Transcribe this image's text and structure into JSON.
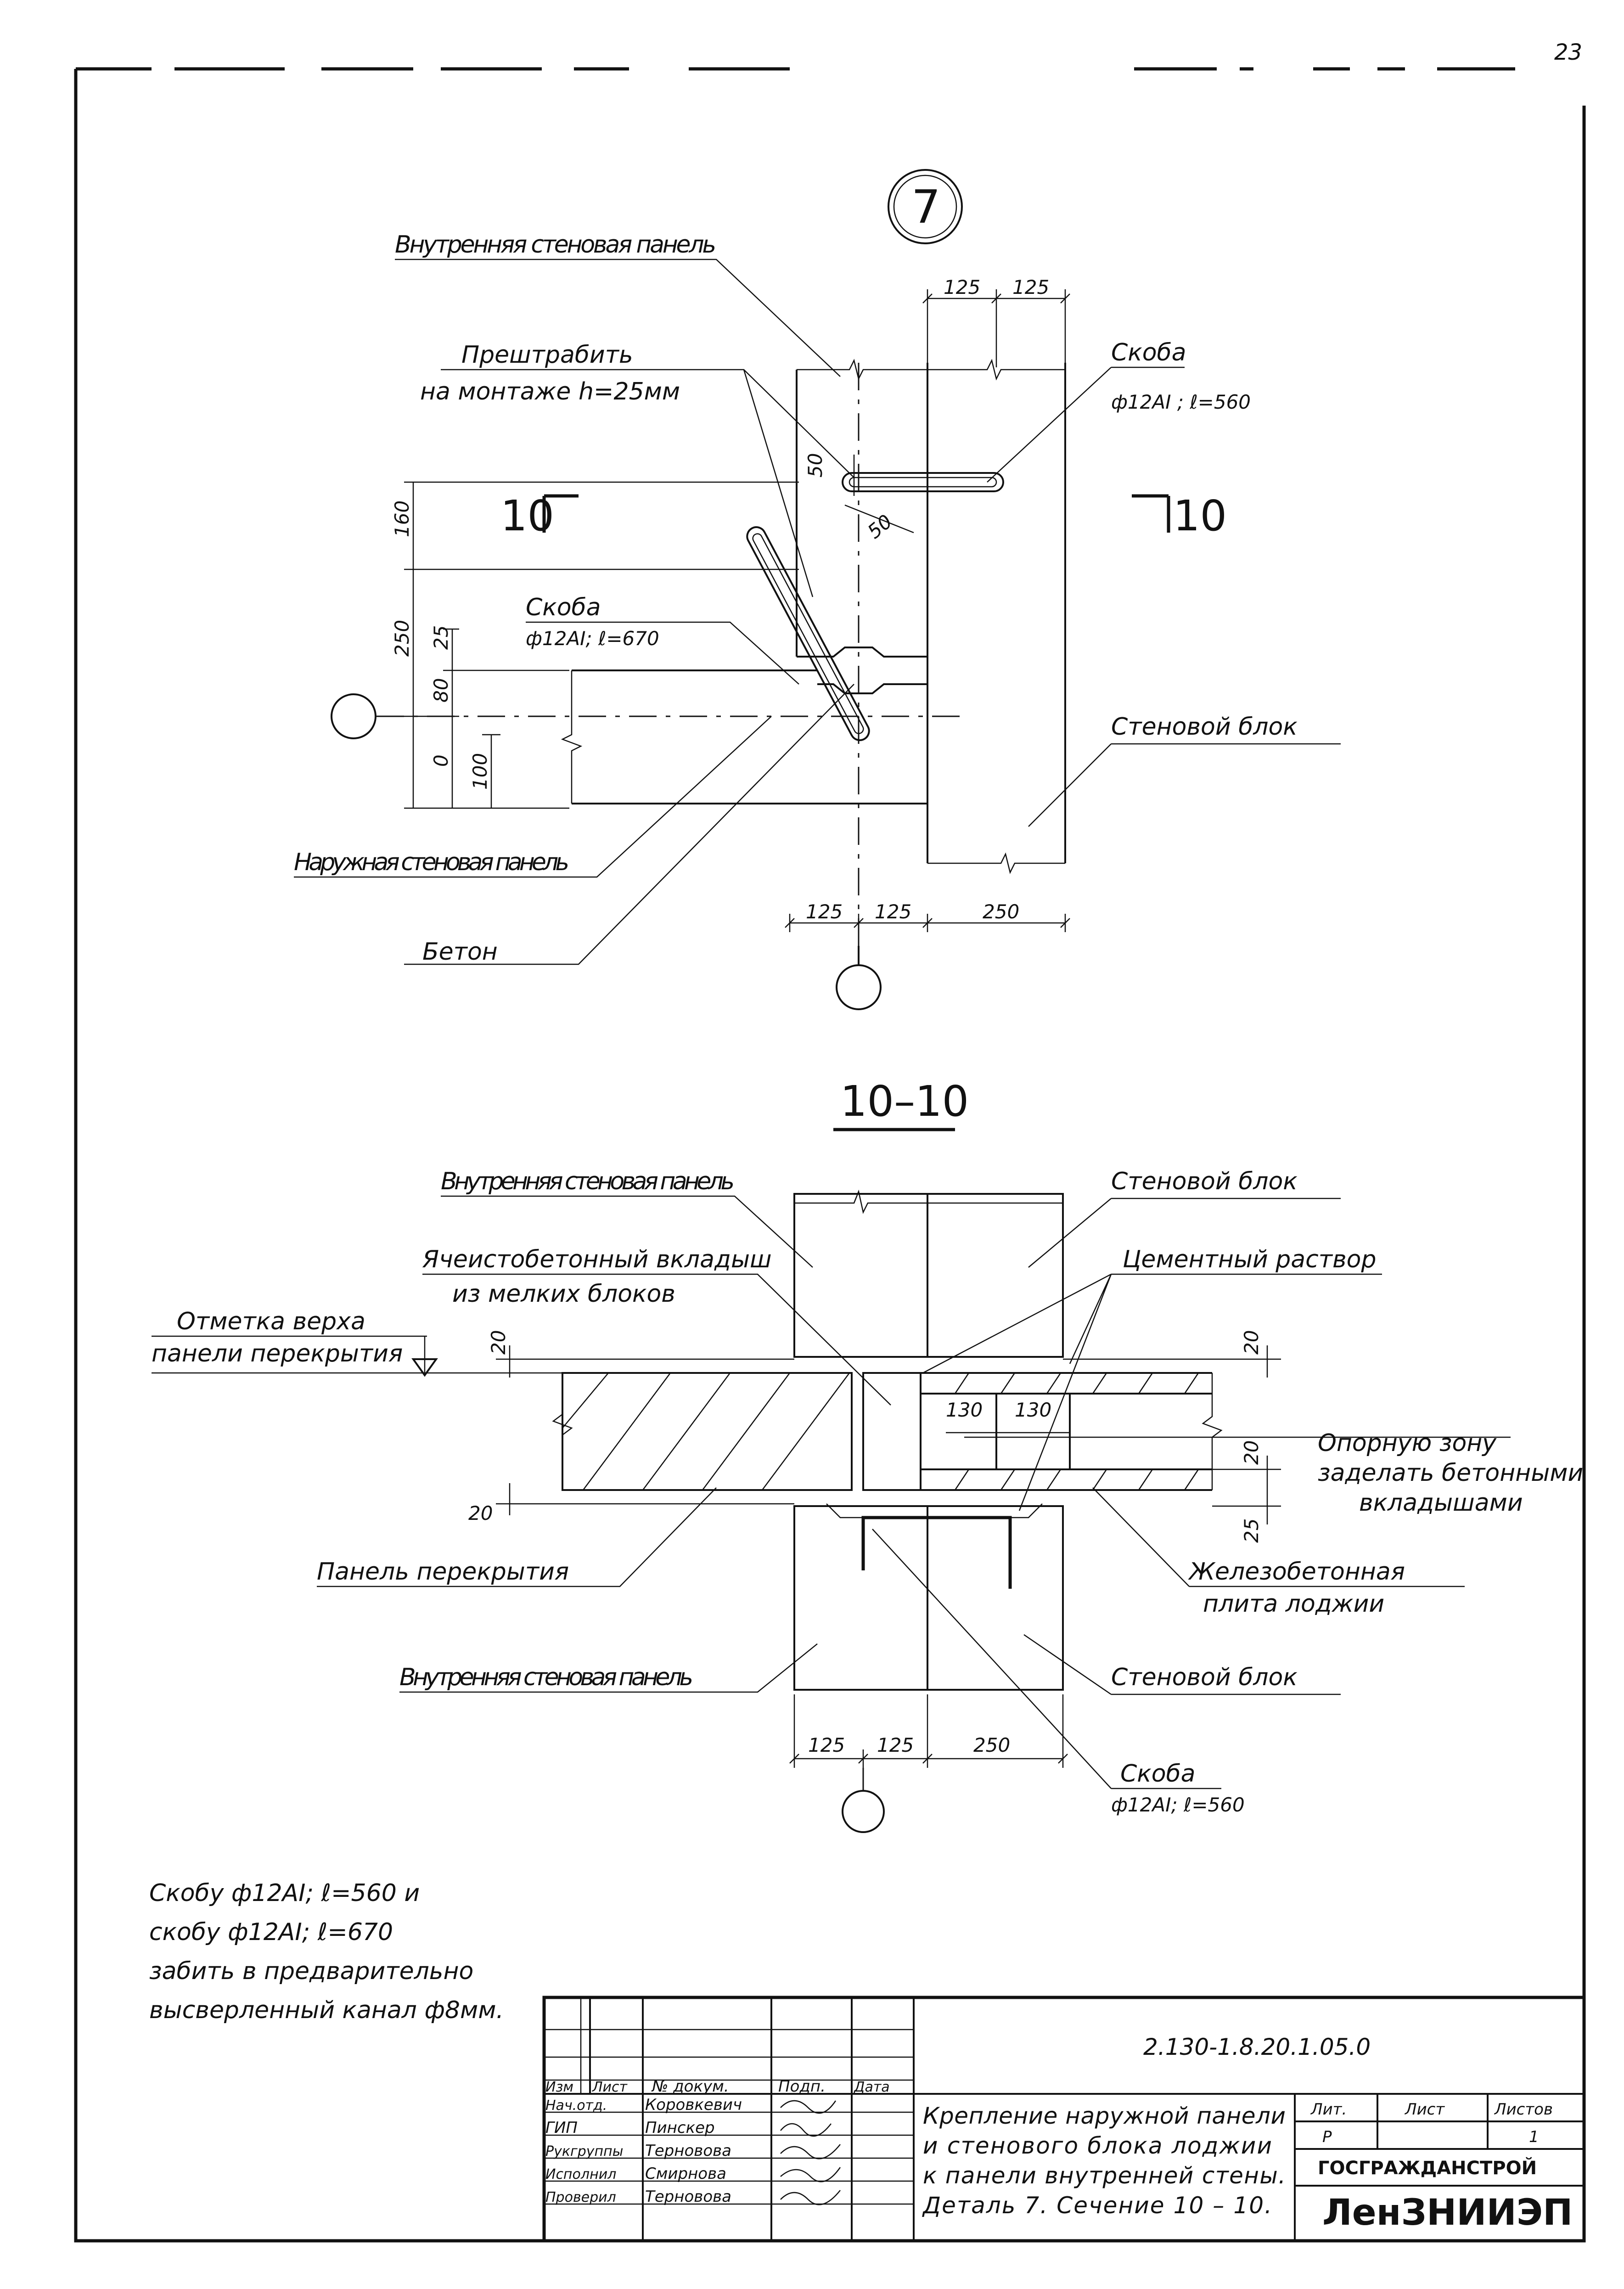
{
  "page_number": "23",
  "detail7": {
    "marker": "7",
    "labels": {
      "inner_panel": "Внутренняя стеновая панель",
      "groove_line1": "Прештрабить",
      "groove_line2": "на монтаже h=25мм",
      "bracket_top_name": "Скоба",
      "bracket_top_spec": "ф12АI ; ℓ=560",
      "bracket_left_name": "Скоба",
      "bracket_left_spec": "ф12АI; ℓ=670",
      "wall_block": "Стеновой блок",
      "outer_panel": "Наружная стеновая панель",
      "concrete": "Бетон"
    },
    "section_marks": {
      "left": "10",
      "right": "10"
    },
    "dims": {
      "top_a": "125",
      "top_b": "125",
      "v160": "160",
      "v250": "250",
      "v25": "25",
      "v80": "80",
      "v0": "0",
      "v100": "100",
      "d50a": "50",
      "d50b": "50",
      "bot_a": "125",
      "bot_b": "125",
      "bot_c": "250"
    }
  },
  "section": {
    "title": "10–10",
    "labels": {
      "inner_panel_top": "Внутренняя стеновая панель",
      "wall_block_top": "Стеновой блок",
      "insert_line1": "Ячеистобетонный вкладыш",
      "insert_line2": "из мелких блоков",
      "cement": "Цементный раствор",
      "level_line1": "Отметка верха",
      "level_line2": "панели перекрытия",
      "support_line1": "Опорную зону",
      "support_line2": "заделать бетонными",
      "support_line3": "вкладышами",
      "slab_panel": "Панель перекрытия",
      "loggia_line1": "Железобетонная",
      "loggia_line2": "плита лоджии",
      "inner_panel_bottom": "Внутренняя стеновая панель",
      "wall_block_bottom": "Стеновой блок",
      "bracket_name": "Скоба",
      "bracket_spec": "ф12АI; ℓ=560"
    },
    "dims": {
      "d20_left_top": "20",
      "d20_left_bot": "20",
      "d20_right_top": "20",
      "d20_right_bot": "20",
      "d25": "25",
      "d130a": "130",
      "d130b": "130",
      "bot_a": "125",
      "bot_b": "125",
      "bot_c": "250"
    }
  },
  "note": {
    "line1": "Скобу ф12АI; ℓ=560 и",
    "line2": "скобу ф12АI; ℓ=670",
    "line3": "забить в предварительно",
    "line4": "высверленный канал ф8мм."
  },
  "title_block": {
    "code": "2.130-1.8.20.1.05.0",
    "headers": {
      "izm": "Изм",
      "list": "Лист",
      "doc": "№ докум.",
      "sign": "Подп.",
      "date": "Дата"
    },
    "rows": [
      {
        "role": "Нач.отд.",
        "name": "Коровкевич"
      },
      {
        "role": "ГИП",
        "name": "Пинскер"
      },
      {
        "role": "Рукгруппы",
        "name": "Терновова"
      },
      {
        "role": "Исполнил",
        "name": "Смирнова"
      },
      {
        "role": "Проверил",
        "name": "Терновова"
      }
    ],
    "description": {
      "line1": "Крепление наружной панели",
      "line2": "и стенового блока лоджии",
      "line3": "к панели внутренней стены.",
      "line4": "Деталь 7. Сечение 10 – 10."
    },
    "stage_header": "Лит.",
    "sheet_header": "Лист",
    "sheets_header": "Листов",
    "stage": "Р",
    "sheet": "",
    "sheets": "1",
    "org1": "ГОСГРАЖДАНСТРОЙ",
    "org2": "ЛенЗНИИЭП"
  }
}
